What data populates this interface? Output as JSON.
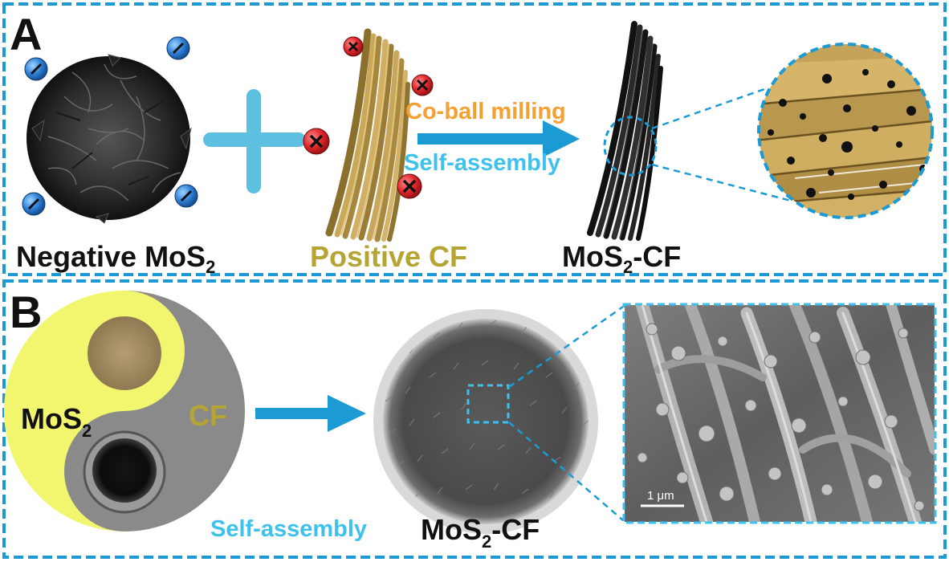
{
  "panel_a": {
    "letter": "A",
    "mos2_label": "Negative MoS",
    "mos2_label_sub": "2",
    "cf_label": "Positive CF",
    "product_label_pre": "MoS",
    "product_label_sub": "2",
    "product_label_post": "-CF",
    "process_1": "Co-ball milling",
    "process_2": "Self-assembly"
  },
  "panel_b": {
    "letter": "B",
    "mos2_label": "MoS",
    "mos2_label_sub": "2",
    "cf_label": "CF",
    "process": "Self-assembly",
    "product_label_pre": "MoS",
    "product_label_sub": "2",
    "product_label_post": "-CF",
    "scale_bar": "1 μm"
  },
  "colors": {
    "frame": "#1b9ad4",
    "accent_blue": "#1b9ad4",
    "process_orange": "#f5a033",
    "process_cyan": "#3fc1ee",
    "cf_gold": "#b5a534",
    "fiber_tan": "#c4a45a",
    "yinyang_yellow": "#f2f56e",
    "yinyang_gray": "#8a8a8a"
  }
}
